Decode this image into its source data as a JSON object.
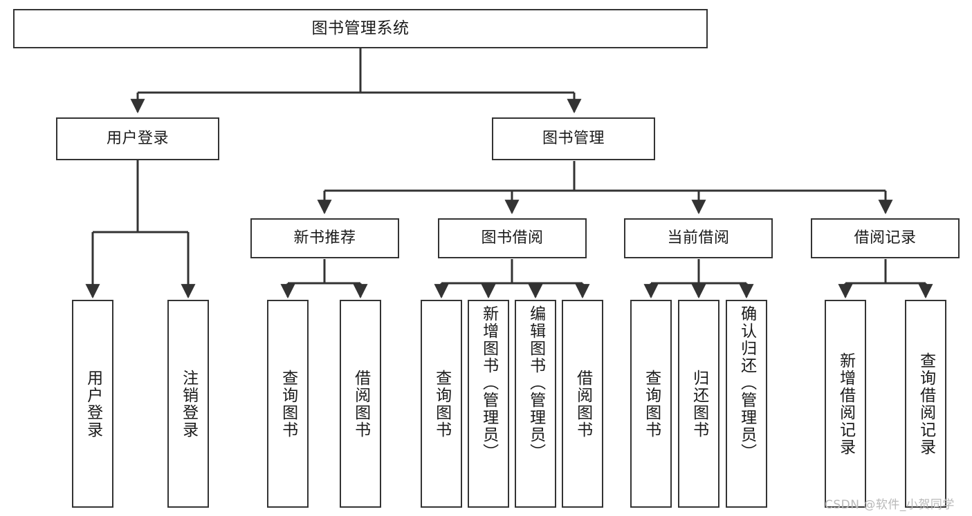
{
  "diagram": {
    "title": "图书管理系统",
    "type": "function-structure-tree",
    "orientation": "top-down",
    "watermark": "CSDN @软件_小贺同学",
    "colors": {
      "node_border": "#333333",
      "node_fill": "#ffffff",
      "edge": "#333333",
      "text": "#1a1a1a",
      "watermark": "#b8b8b8",
      "background": "#ffffff"
    }
  },
  "nodes": {
    "root": {
      "label": "图书管理系统"
    },
    "level2": [
      {
        "id": "user-login",
        "label": "用户登录"
      },
      {
        "id": "book-manage",
        "label": "图书管理"
      }
    ],
    "level3": [
      {
        "id": "new-book-rec",
        "label": "新书推荐"
      },
      {
        "id": "book-borrow",
        "label": "图书借阅"
      },
      {
        "id": "current-borrow",
        "label": "当前借阅"
      },
      {
        "id": "borrow-record",
        "label": "借阅记录"
      }
    ],
    "leaves": {
      "user-login": [
        {
          "id": "leaf-user-login",
          "label": "用户登录"
        },
        {
          "id": "leaf-logout",
          "label": "注销登录"
        }
      ],
      "new-book-rec": [
        {
          "id": "leaf-query-book-1",
          "label": "查询图书"
        },
        {
          "id": "leaf-borrow-book-1",
          "label": "借阅图书"
        }
      ],
      "book-borrow": [
        {
          "id": "leaf-query-book-2",
          "label": "查询图书"
        },
        {
          "id": "leaf-add-book",
          "label": "新增图书（管理员）"
        },
        {
          "id": "leaf-edit-book",
          "label": "编辑图书（管理员）"
        },
        {
          "id": "leaf-borrow-book-2",
          "label": "借阅图书"
        }
      ],
      "current-borrow": [
        {
          "id": "leaf-query-book-3",
          "label": "查询图书"
        },
        {
          "id": "leaf-return-book",
          "label": "归还图书"
        },
        {
          "id": "leaf-confirm-return",
          "label": "确认归还（管理员）"
        }
      ],
      "borrow-record": [
        {
          "id": "leaf-add-record",
          "label": "新增借阅记录"
        },
        {
          "id": "leaf-query-record",
          "label": "查询借阅记录"
        }
      ]
    }
  }
}
